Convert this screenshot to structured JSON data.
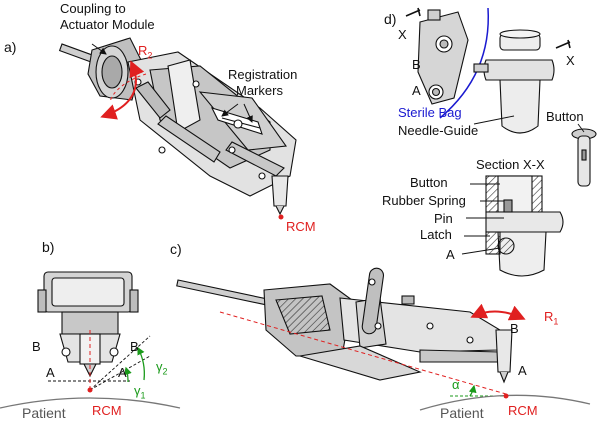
{
  "panels": {
    "a": "a)",
    "b": "b)",
    "c": "c)",
    "d": "d)"
  },
  "a": {
    "coupling_line1": "Coupling to",
    "coupling_line2": "Actuator Module",
    "r2": "R",
    "r2_sub": "2",
    "reg_line1": "Registration",
    "reg_line2": "Markers",
    "rcm": "RCM"
  },
  "b": {
    "B_left": "B",
    "A_left": "A",
    "B_right": "B",
    "A_right": "A",
    "gamma1": "γ",
    "gamma1_sub": "1",
    "gamma2": "γ",
    "gamma2_sub": "2",
    "patient": "Patient",
    "rcm": "RCM"
  },
  "c": {
    "B": "B",
    "A": "A",
    "r1": "R",
    "r1_sub": "1",
    "alpha": "α",
    "patient": "Patient",
    "rcm": "RCM"
  },
  "d": {
    "X1": "X",
    "X2": "X",
    "B": "B",
    "A": "A",
    "sterile": "Sterile Bag",
    "needle_guide": "Needle-Guide",
    "button": "Button",
    "section": "Section X-X",
    "label_button": "Button",
    "label_spring": "Rubber Spring",
    "label_pin": "Pin",
    "label_latch": "Latch",
    "label_A": "A"
  },
  "colors": {
    "red": "#e02020",
    "blue": "#1a1ad0",
    "green": "#1a9a1a"
  }
}
